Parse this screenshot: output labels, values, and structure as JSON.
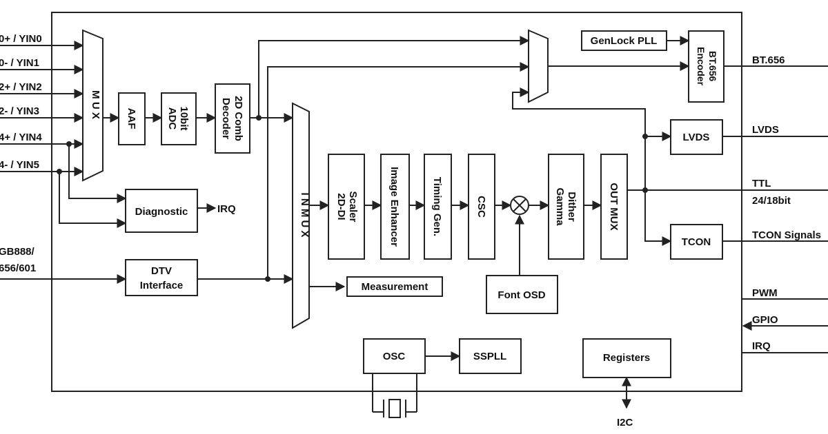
{
  "inputs": {
    "yin0": "0+ / YIN0",
    "yin1": "0- / YIN1",
    "yin2": "2+ / YIN2",
    "yin3": "2- / YIN3",
    "yin4": "4+ / YIN4",
    "yin5": "4- / YIN5",
    "rgb_line1": "GB888/",
    "rgb_line2": "656/601"
  },
  "blocks": {
    "mux": "M U X",
    "aaf": "AAF",
    "adc_line1": "10bit",
    "adc_line2": "ADC",
    "comb_line1": "2D Comb",
    "comb_line2": "Decoder",
    "diagnostic": "Diagnostic",
    "dtv_line1": "DTV",
    "dtv_line2": "Interface",
    "in_mux": "I N M U X",
    "measurement": "Measurement",
    "scaler_line1": "Scaler",
    "scaler_line2": "2D-DI",
    "image_enhancer": "Image Enhancer",
    "timing_gen": "Timing Gen.",
    "csc": "CSC",
    "dither_line1": "Dither",
    "dither_line2": "Gamma",
    "out_mux": "OUT MUX",
    "font_osd": "Font OSD",
    "genlock": "GenLock PLL",
    "bt656_line1": "BT.656",
    "bt656_line2": "Encoder",
    "lvds": "LVDS",
    "tcon": "TCON",
    "osc": "OSC",
    "sspll": "SSPLL",
    "registers": "Registers"
  },
  "outputs": {
    "irq_diag": "IRQ",
    "bt656": "BT.656",
    "lvds": "LVDS",
    "ttl_line1": "TTL",
    "ttl_line2": "24/18bit",
    "tcon_signals": "TCON Signals",
    "pwm": "PWM",
    "gpio": "GPIO",
    "irq": "IRQ",
    "i2c": "I2C"
  }
}
